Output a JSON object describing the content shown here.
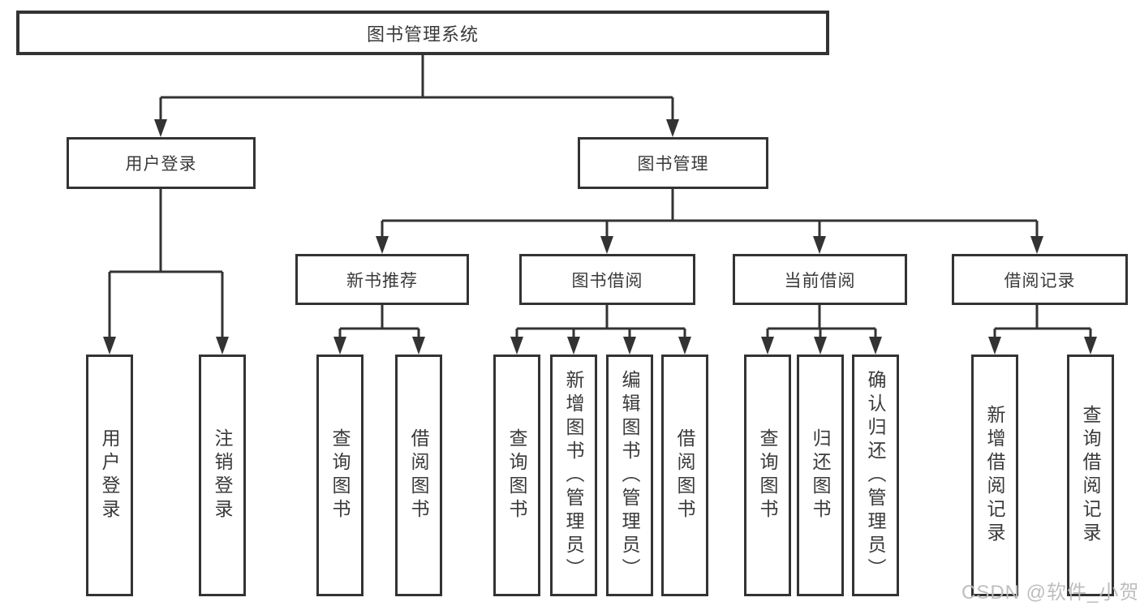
{
  "diagram": {
    "root": "图书管理系统",
    "level2": {
      "user_login": "用户登录",
      "book_management": "图书管理"
    },
    "level3": {
      "new_book_recommend": "新书推荐",
      "book_borrowing": "图书借阅",
      "current_borrowing": "当前借阅",
      "borrowing_records": "借阅记录"
    },
    "leaves": {
      "user_login": [
        "用户登录",
        "注销登录"
      ],
      "new_book_recommend": [
        "查询图书",
        "借阅图书"
      ],
      "book_borrowing": [
        "查询图书",
        "新增图书（管理员）",
        "编辑图书（管理员）",
        "借阅图书"
      ],
      "current_borrowing": [
        "查询图书",
        "归还图书",
        "确认归还（管理员）"
      ],
      "borrowing_records": [
        "新增借阅记录",
        "查询借阅记录"
      ]
    }
  },
  "watermark": "CSDN @软件_小贺同学",
  "colors": {
    "line": "#333333",
    "text": "#3a3a3a",
    "watermark": "#bbbbbb",
    "background": "#ffffff"
  }
}
